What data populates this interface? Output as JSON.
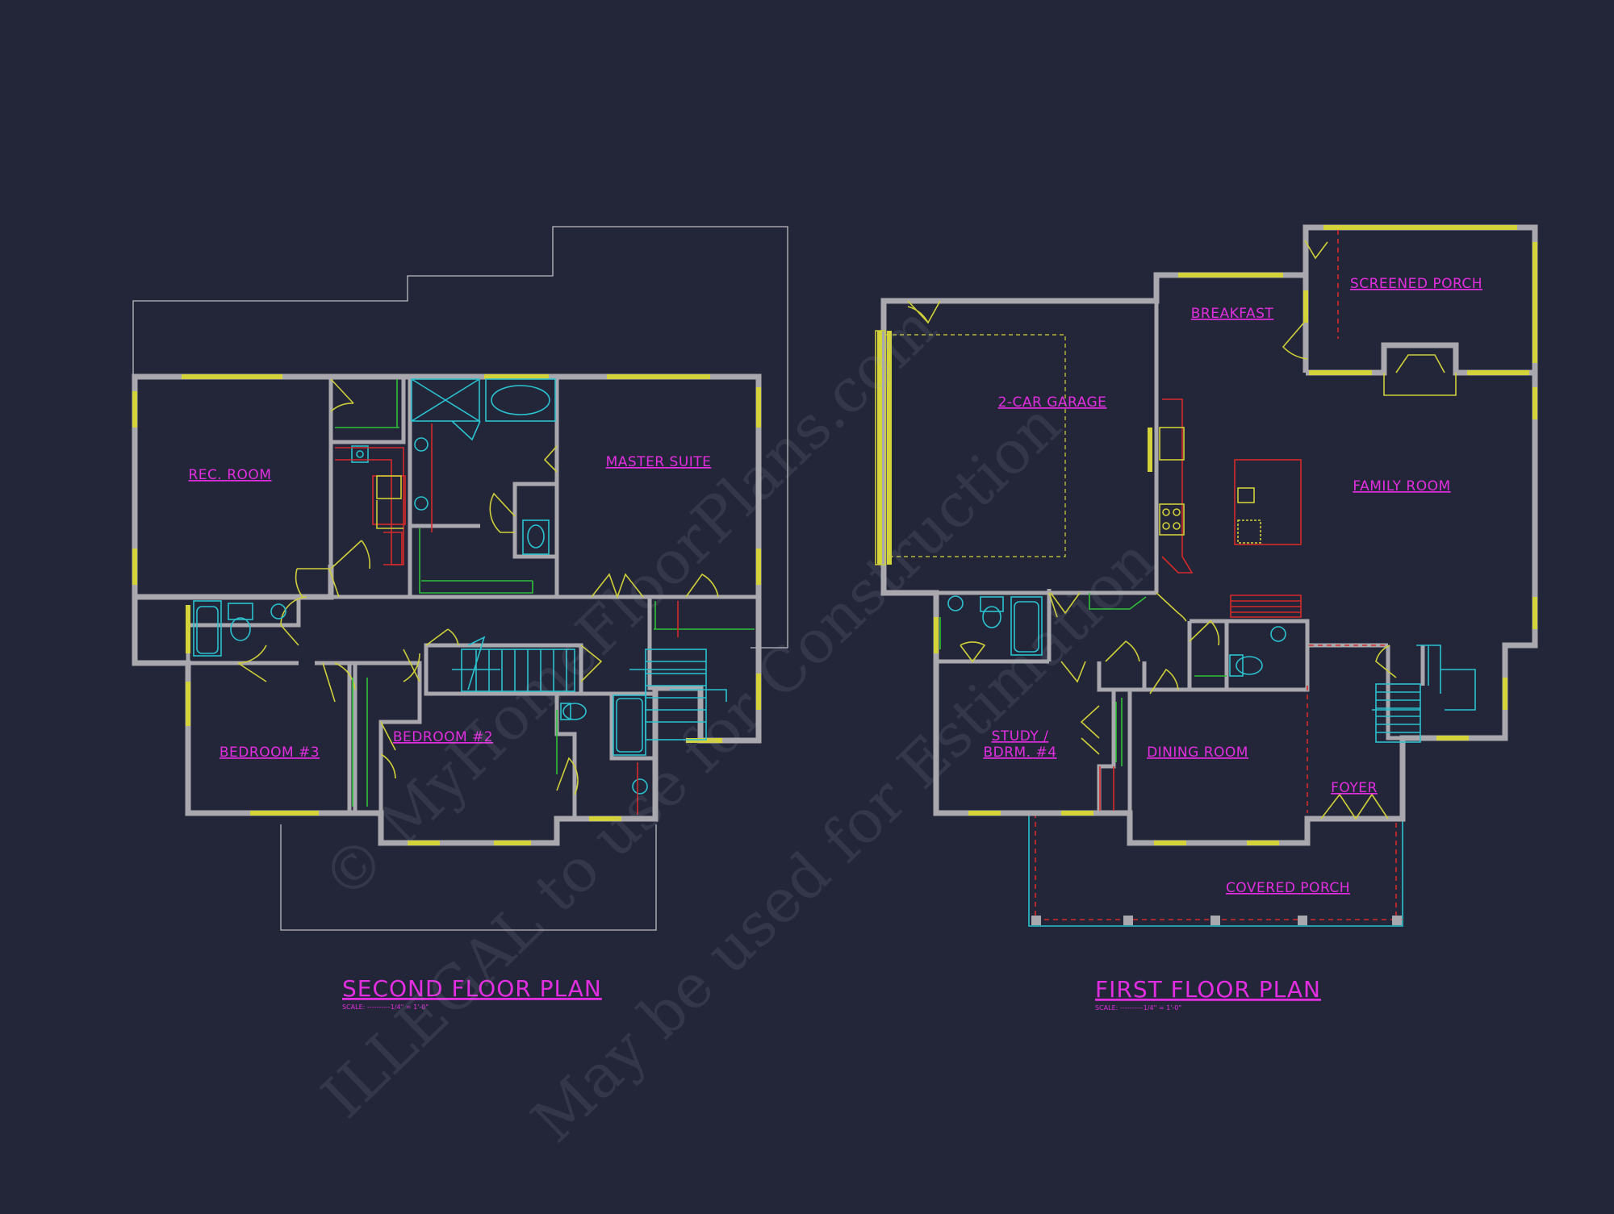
{
  "plans": {
    "second_floor": {
      "title": "SECOND FLOOR PLAN",
      "scale": "SCALE: ----------1/4\" = 1'-0\"",
      "rooms": {
        "rec_room": "REC. ROOM",
        "master_suite": "MASTER SUITE",
        "bedroom_3": "BEDROOM #3",
        "bedroom_2": "BEDROOM #2"
      }
    },
    "first_floor": {
      "title": "FIRST FLOOR PLAN",
      "scale": "SCALE: ----------1/4\" = 1'-0\"",
      "rooms": {
        "garage": "2-CAR GARAGE",
        "breakfast": "BREAKFAST",
        "screened_porch": "SCREENED PORCH",
        "family_room": "FAMILY ROOM",
        "study_line1": "STUDY /",
        "study_line2": "BDRM. #4",
        "dining_room": "DINING ROOM",
        "foyer": "FOYER",
        "covered_porch": "COVERED PORCH"
      }
    }
  },
  "watermark": {
    "line1": "© MyHomeFloorPlans.com",
    "line2": "ILLEGAL to use for Construction",
    "line3": "May be used for Estimation"
  },
  "colors": {
    "background": "#232638",
    "walls": "#a8a8ae",
    "labels": "#e22ee0",
    "windows": "#d4d43a",
    "fixtures": "#2bc2cf",
    "cabinets": "#d42a2a",
    "shelving": "#30c03a"
  }
}
